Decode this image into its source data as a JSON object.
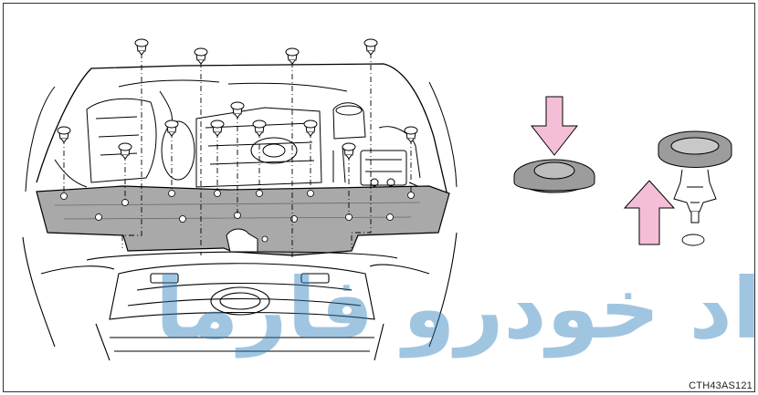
{
  "figure": {
    "caption_code": "CTH43AS121",
    "watermark_text": "امداد خودرو فارما",
    "colors": {
      "line": "#000000",
      "cover_gray": "#a9a9a9",
      "clip_gray": "#9c9c9c",
      "arrow_pink": "#f4bfd6",
      "watermark_blue": "#2f7fbd",
      "border": "#333333"
    },
    "icons": [
      "engine-bay-illustration",
      "push-clip-icon",
      "down-arrow-icon",
      "clip-side-view-icon",
      "up-arrow-icon"
    ]
  }
}
